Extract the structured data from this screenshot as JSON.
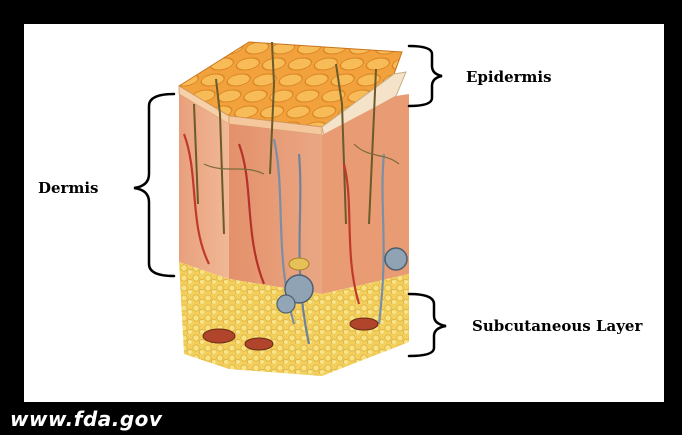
{
  "labels": {
    "epidermis": "Epidermis",
    "dermis": "Dermis",
    "subcutaneous": "Subcutaneous Layer"
  },
  "credit": "www.fda.gov",
  "colors": {
    "background": "#000000",
    "panel": "#ffffff",
    "epidermis_top": "#f2a23c",
    "dermis": "#e89a78",
    "fat": "#f5d76a",
    "vessel_red": "#c0392b",
    "vessel_blue": "#7a8fa6"
  }
}
